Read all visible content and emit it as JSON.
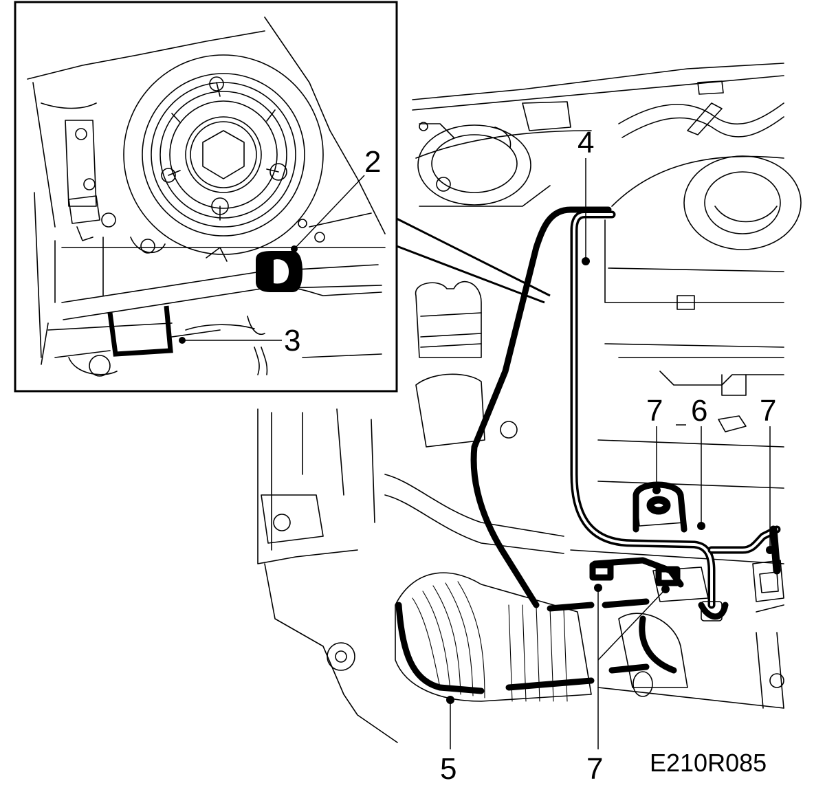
{
  "figure_code": "E210R085",
  "callouts": {
    "c2": "2",
    "c3": "3",
    "c4": "4",
    "c5": "5",
    "c6": "6",
    "c7a": "7",
    "c7b": "7",
    "c7c": "7"
  }
}
